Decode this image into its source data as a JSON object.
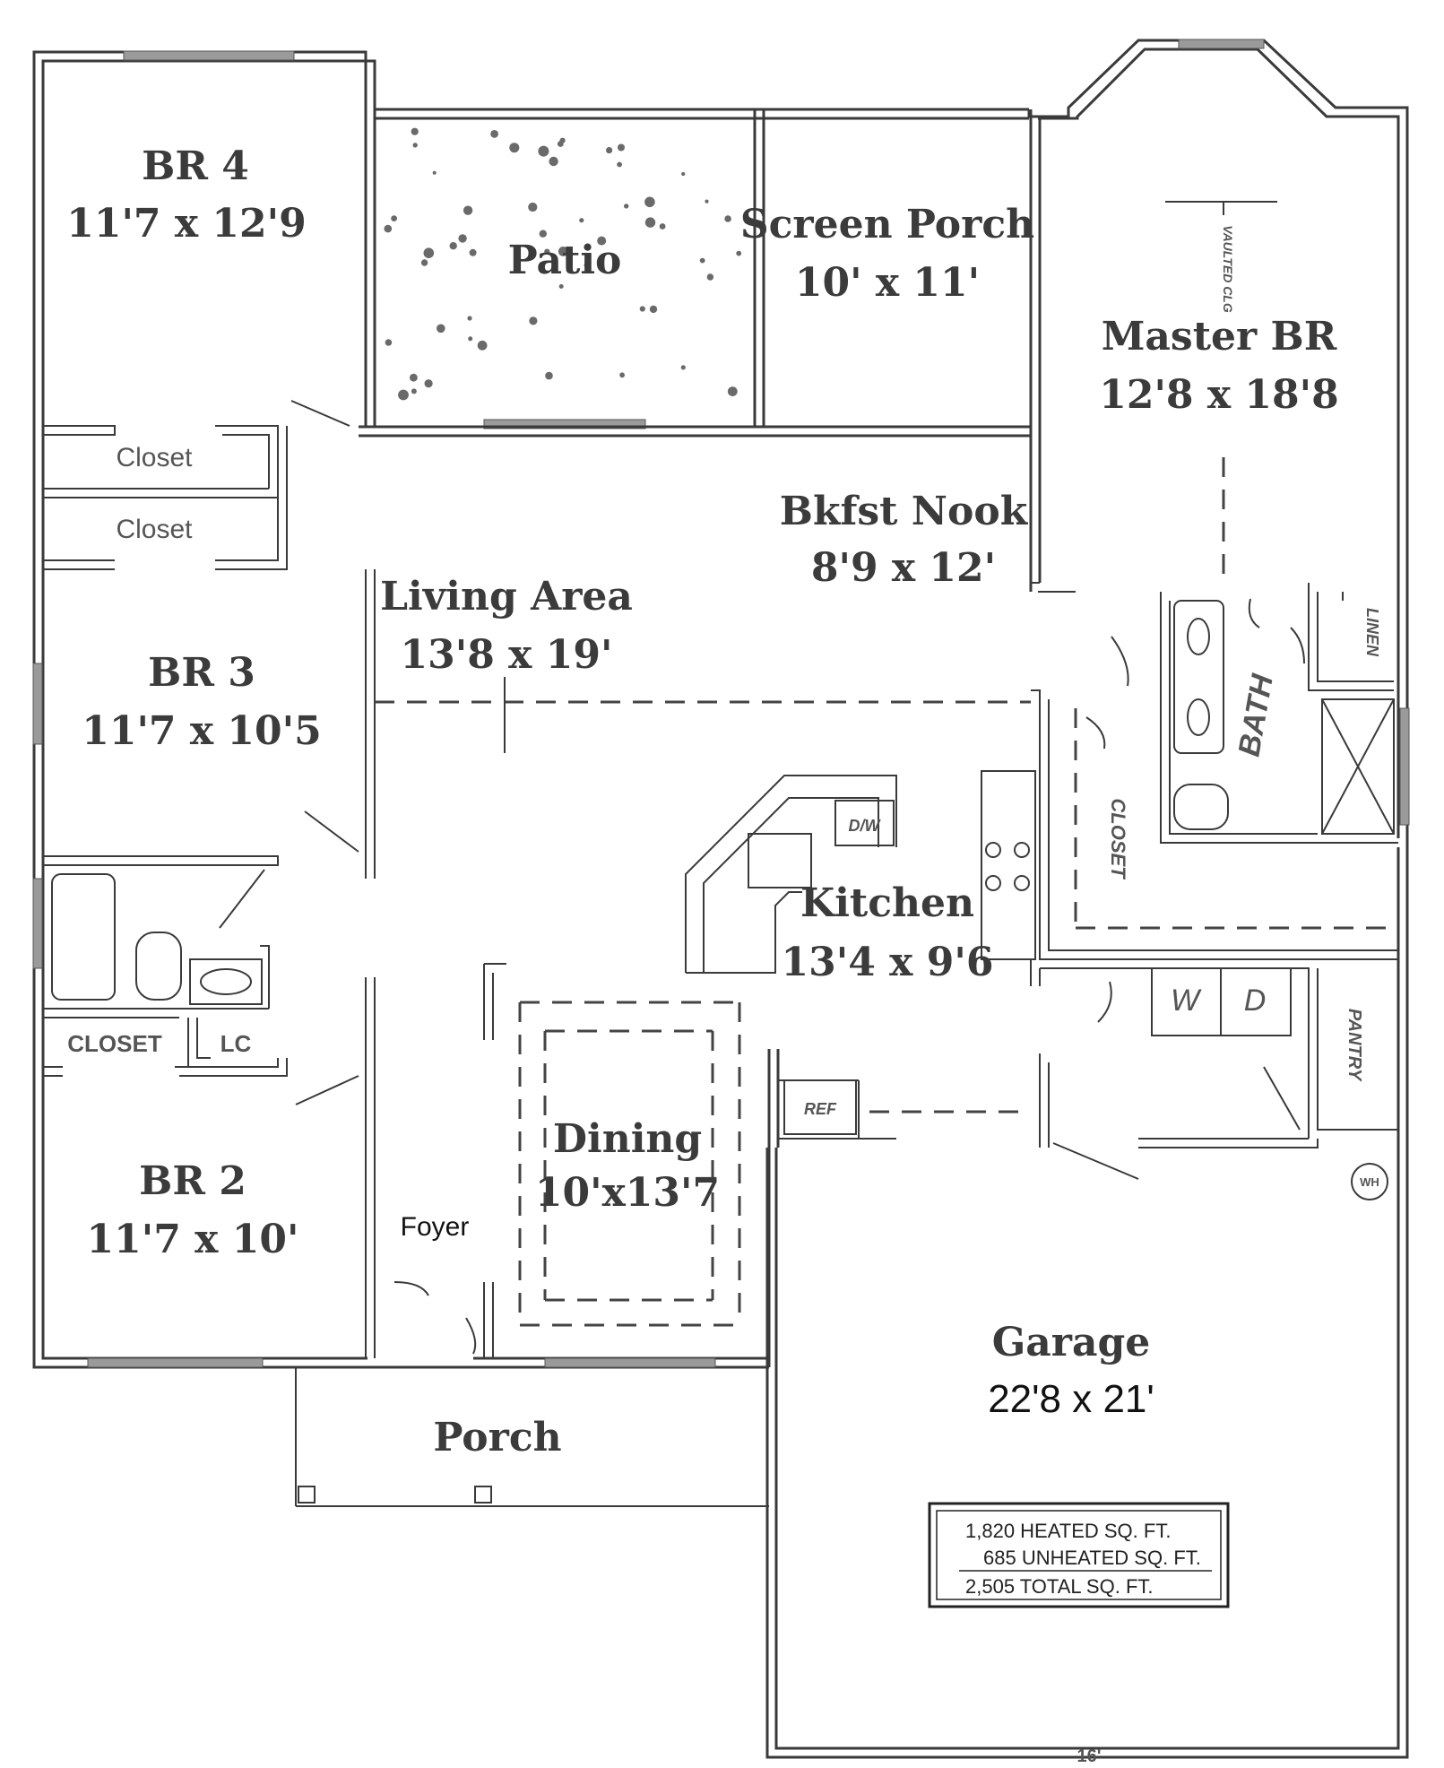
{
  "rooms": {
    "br4": {
      "name": "BR 4",
      "dims": "11'7 x 12'9"
    },
    "patio": {
      "name": "Patio"
    },
    "screen_porch": {
      "name": "Screen Porch",
      "dims": "10' x 11'"
    },
    "master": {
      "name": "Master BR",
      "dims": "12'8 x 18'8"
    },
    "closet1": {
      "name": "Closet"
    },
    "closet2": {
      "name": "Closet"
    },
    "bkfst": {
      "name": "Bkfst Nook",
      "dims": "8'9 x 12'"
    },
    "living": {
      "name": "Living Area",
      "dims": "13'8 x 19'"
    },
    "br3": {
      "name": "BR 3",
      "dims": "11'7 x 10'5"
    },
    "kitchen": {
      "name": "Kitchen",
      "dims": "13'4 x 9'6"
    },
    "closet3": {
      "name": "CLOSET"
    },
    "lc": {
      "name": "LC"
    },
    "dining": {
      "name": "Dining",
      "dims": "10'x13'7"
    },
    "br2": {
      "name": "BR 2",
      "dims": "11'7 x 10'"
    },
    "foyer": {
      "name": "Foyer"
    },
    "porch": {
      "name": "Porch"
    },
    "garage": {
      "name": "Garage",
      "dims": "22'8 x 21'"
    },
    "bath": {
      "name": "BATH"
    },
    "master_closet": {
      "name": "CLOSET"
    },
    "linen": {
      "name": "LINEN"
    },
    "pantry": {
      "name": "PANTRY"
    },
    "washer": {
      "name": "W"
    },
    "dryer": {
      "name": "D"
    },
    "dishwasher": {
      "name": "D/W"
    },
    "fridge": {
      "name": "REF"
    },
    "water_heater": {
      "name": "WH"
    },
    "vaulted": {
      "name": "VAULTED CLG"
    }
  },
  "sqft": {
    "heated": "1,820 HEATED SQ. FT.",
    "unheated": "685 UNHEATED SQ. FT.",
    "total": "2,505 TOTAL SQ. FT."
  },
  "garage_width_note": "16'"
}
